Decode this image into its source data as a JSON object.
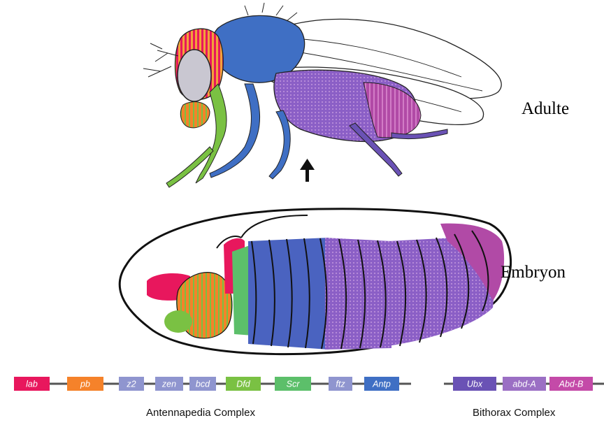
{
  "labels": {
    "adult": "Adulte",
    "embryo": "Embryon",
    "antennapedia": "Antennapedia Complex",
    "bithorax": "Bithorax Complex"
  },
  "genes": {
    "antennapedia": [
      {
        "name": "lab",
        "color": "#e8175d"
      },
      {
        "name": "pb",
        "color": "#f5822a"
      },
      {
        "name": "z2",
        "color": "#8f95cf"
      },
      {
        "name": "zen",
        "color": "#8f95cf"
      },
      {
        "name": "bcd",
        "color": "#8f95cf"
      },
      {
        "name": "Dfd",
        "color": "#7ac143"
      },
      {
        "name": "Scr",
        "color": "#5cbf6a"
      },
      {
        "name": "ftz",
        "color": "#8f95cf"
      },
      {
        "name": "Antp",
        "color": "#3f6fc4"
      }
    ],
    "bithorax": [
      {
        "name": "Ubx",
        "color": "#6a52b5"
      },
      {
        "name": "abd-A",
        "color": "#9b6fc4"
      },
      {
        "name": "Abd-B",
        "color": "#c44aa8"
      }
    ]
  },
  "arrow": "up-arrow-icon"
}
